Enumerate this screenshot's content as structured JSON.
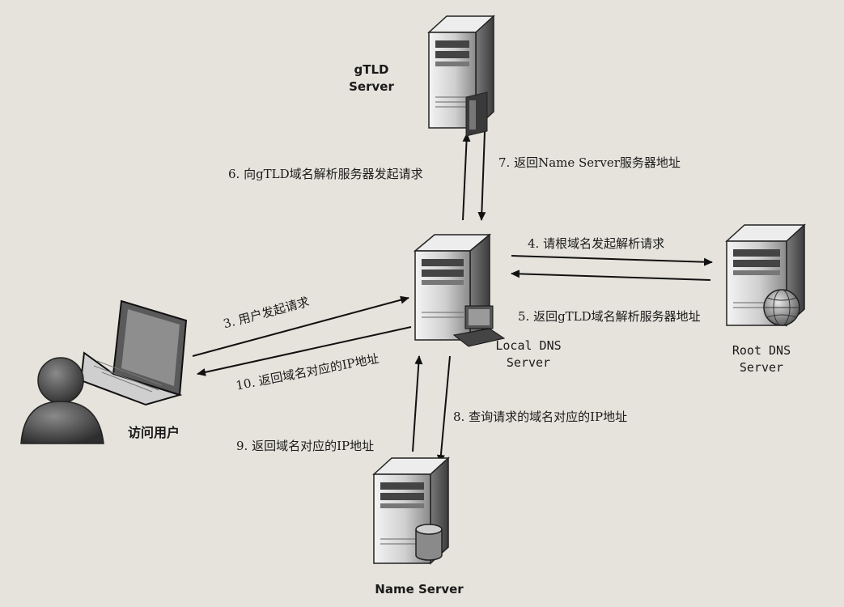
{
  "nodes": {
    "gtld": "gTLD\nServer",
    "local": "Local DNS\nServer",
    "root": "Root DNS\nServer",
    "name": "Name Server",
    "user": "访问用户"
  },
  "steps": {
    "s3": "3. 用户发起请求",
    "s4": "4. 请根域名发起解析请求",
    "s5": "5. 返回gTLD域名解析服务器地址",
    "s6": "6. 向gTLD域名解析服务器发起请求",
    "s7": "7. 返回Name Server服务器地址",
    "s8": "8. 查询请求的域名对应的IP地址",
    "s9": "9. 返回域名对应的IP地址",
    "s10": "10. 返回域名对应的IP地址"
  }
}
